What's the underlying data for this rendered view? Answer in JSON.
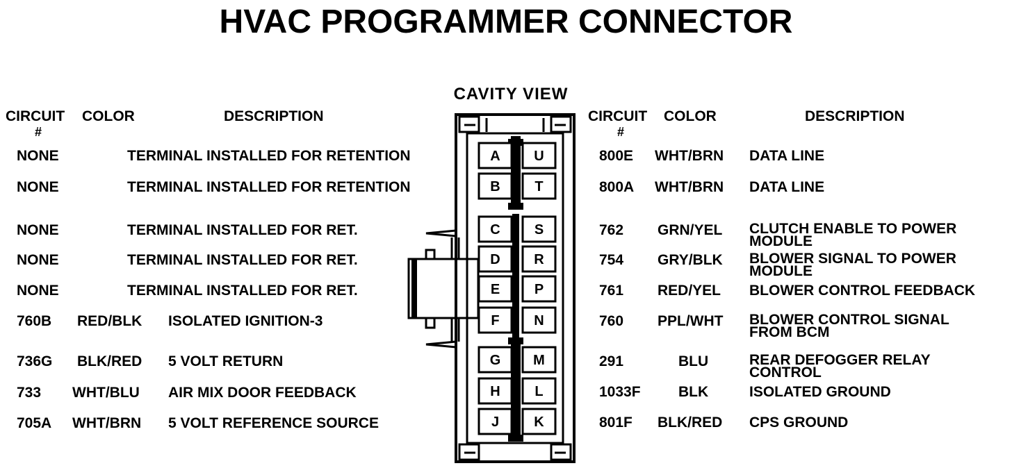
{
  "title": "HVAC PROGRAMMER CONNECTOR",
  "view_label": "CAVITY VIEW",
  "headers": {
    "circuit": "CIRCUIT",
    "hash": "#",
    "color": "COLOR",
    "description": "DESCRIPTION"
  },
  "left_rows": [
    {
      "circuit": "NONE",
      "color": "",
      "description": "TERMINAL INSTALLED FOR RETENTION"
    },
    {
      "circuit": "NONE",
      "color": "",
      "description": "TERMINAL INSTALLED FOR RETENTION"
    },
    {
      "circuit": "NONE",
      "color": "",
      "description": "TERMINAL INSTALLED FOR RET."
    },
    {
      "circuit": "NONE",
      "color": "",
      "description": "TERMINAL INSTALLED FOR RET."
    },
    {
      "circuit": "NONE",
      "color": "",
      "description": "TERMINAL INSTALLED FOR RET."
    },
    {
      "circuit": "760B",
      "color": "RED/BLK",
      "description": "ISOLATED IGNITION-3"
    },
    {
      "circuit": "736G",
      "color": "BLK/RED",
      "description": "5 VOLT RETURN"
    },
    {
      "circuit": "733",
      "color": "WHT/BLU",
      "description": "AIR MIX DOOR FEEDBACK"
    },
    {
      "circuit": "705A",
      "color": "WHT/BRN",
      "description": "5 VOLT REFERENCE SOURCE"
    }
  ],
  "right_rows": [
    {
      "circuit": "800E",
      "color": "WHT/BRN",
      "description": "DATA LINE"
    },
    {
      "circuit": "800A",
      "color": "WHT/BRN",
      "description": "DATA LINE"
    },
    {
      "circuit": "762",
      "color": "GRN/YEL",
      "description": "CLUTCH ENABLE TO POWER MODULE"
    },
    {
      "circuit": "754",
      "color": "GRY/BLK",
      "description": "BLOWER SIGNAL TO POWER MODULE"
    },
    {
      "circuit": "761",
      "color": "RED/YEL",
      "description": "BLOWER CONTROL FEEDBACK"
    },
    {
      "circuit": "760",
      "color": "PPL/WHT",
      "description": "BLOWER CONTROL SIGNAL FROM BCM"
    },
    {
      "circuit": "291",
      "color": "BLU",
      "description": "REAR DEFOGGER RELAY CONTROL"
    },
    {
      "circuit": "1033F",
      "color": "BLK",
      "description": "ISOLATED GROUND"
    },
    {
      "circuit": "801F",
      "color": "BLK/RED",
      "description": "CPS GROUND"
    }
  ],
  "pins": [
    {
      "left": "A",
      "right": "U"
    },
    {
      "left": "B",
      "right": "T"
    },
    {
      "left": "C",
      "right": "S"
    },
    {
      "left": "D",
      "right": "R"
    },
    {
      "left": "E",
      "right": "P"
    },
    {
      "left": "F",
      "right": "N"
    },
    {
      "left": "G",
      "right": "M"
    },
    {
      "left": "H",
      "right": "L"
    },
    {
      "left": "J",
      "right": "K"
    }
  ]
}
